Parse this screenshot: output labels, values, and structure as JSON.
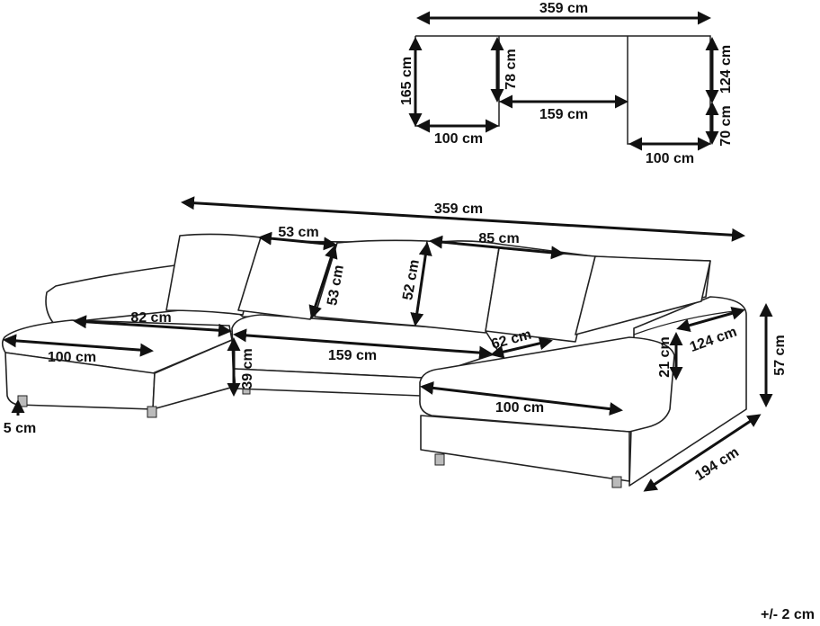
{
  "plan_view": {
    "width_total": "359 cm",
    "left_depth": "165 cm",
    "middle_depth": "78 cm",
    "right_back_depth": "124 cm",
    "middle_width": "159 cm",
    "left_width": "100 cm",
    "right_extension": "70 cm",
    "right_width": "100 cm"
  },
  "sofa_view": {
    "width_total": "359 cm",
    "cushion_small_width": "53 cm",
    "cushion_large_width": "85 cm",
    "cushion_small_height": "53 cm",
    "cushion_large_height": "52 cm",
    "left_seat_depth": "82 cm",
    "left_chaise_width": "100 cm",
    "middle_width": "159 cm",
    "backrest_depth": "62 cm",
    "right_depth": "124 cm",
    "armrest_height": "21 cm",
    "total_height": "57 cm",
    "seat_height": "39 cm",
    "leg_height": "5 cm",
    "right_chaise_width": "100 cm",
    "right_total_depth": "194 cm"
  },
  "tolerance": "+/- 2 cm"
}
